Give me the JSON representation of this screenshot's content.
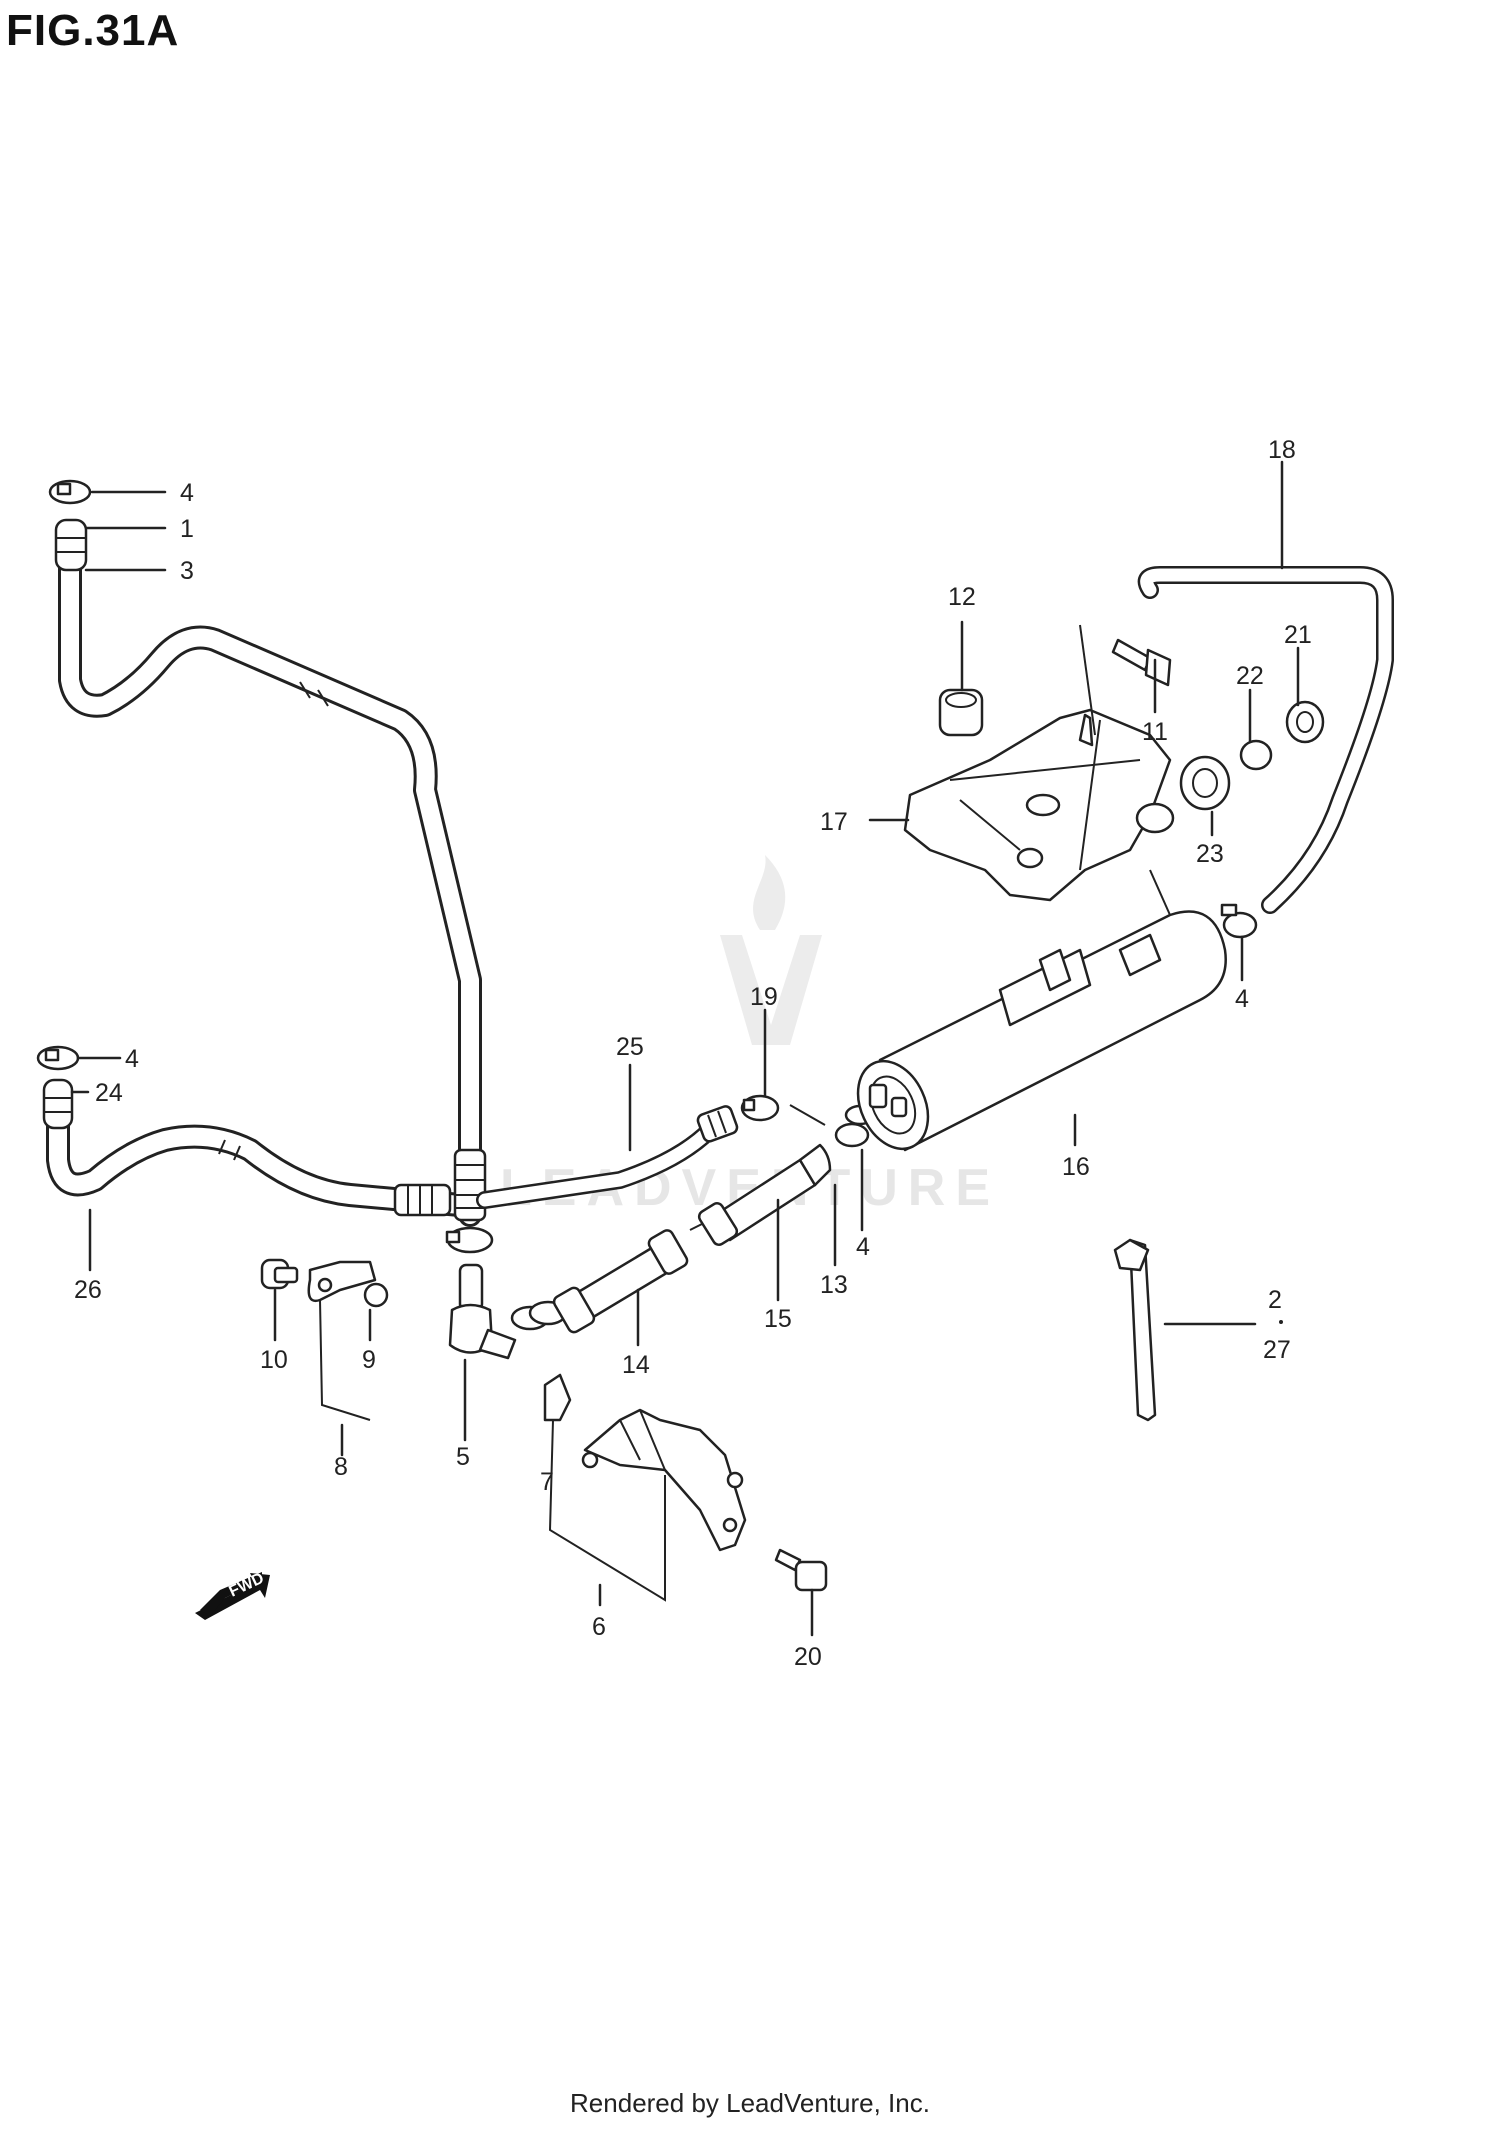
{
  "figure": {
    "title": "FIG.31A"
  },
  "footer": {
    "text": "Rendered by LeadVenture, Inc."
  },
  "watermark": {
    "text": "LEADVENTURE"
  },
  "fwd_arrow": {
    "label": "FWD"
  },
  "callouts": {
    "c4a": "4",
    "c1": "1",
    "c3": "3",
    "c18": "18",
    "c12": "12",
    "c21": "21",
    "c22": "22",
    "c11": "11",
    "c17": "17",
    "c23": "23",
    "c4b": "4",
    "c19": "19",
    "c25": "25",
    "c4c": "4",
    "c24": "24",
    "c16": "16",
    "c4d": "4",
    "c13": "13",
    "c26": "26",
    "c15": "15",
    "c2": "2",
    "c27": "27",
    "c10": "10",
    "c9": "9",
    "c14": "14",
    "c8": "8",
    "c5": "5",
    "c7": "7",
    "c6": "6",
    "c20": "20"
  }
}
